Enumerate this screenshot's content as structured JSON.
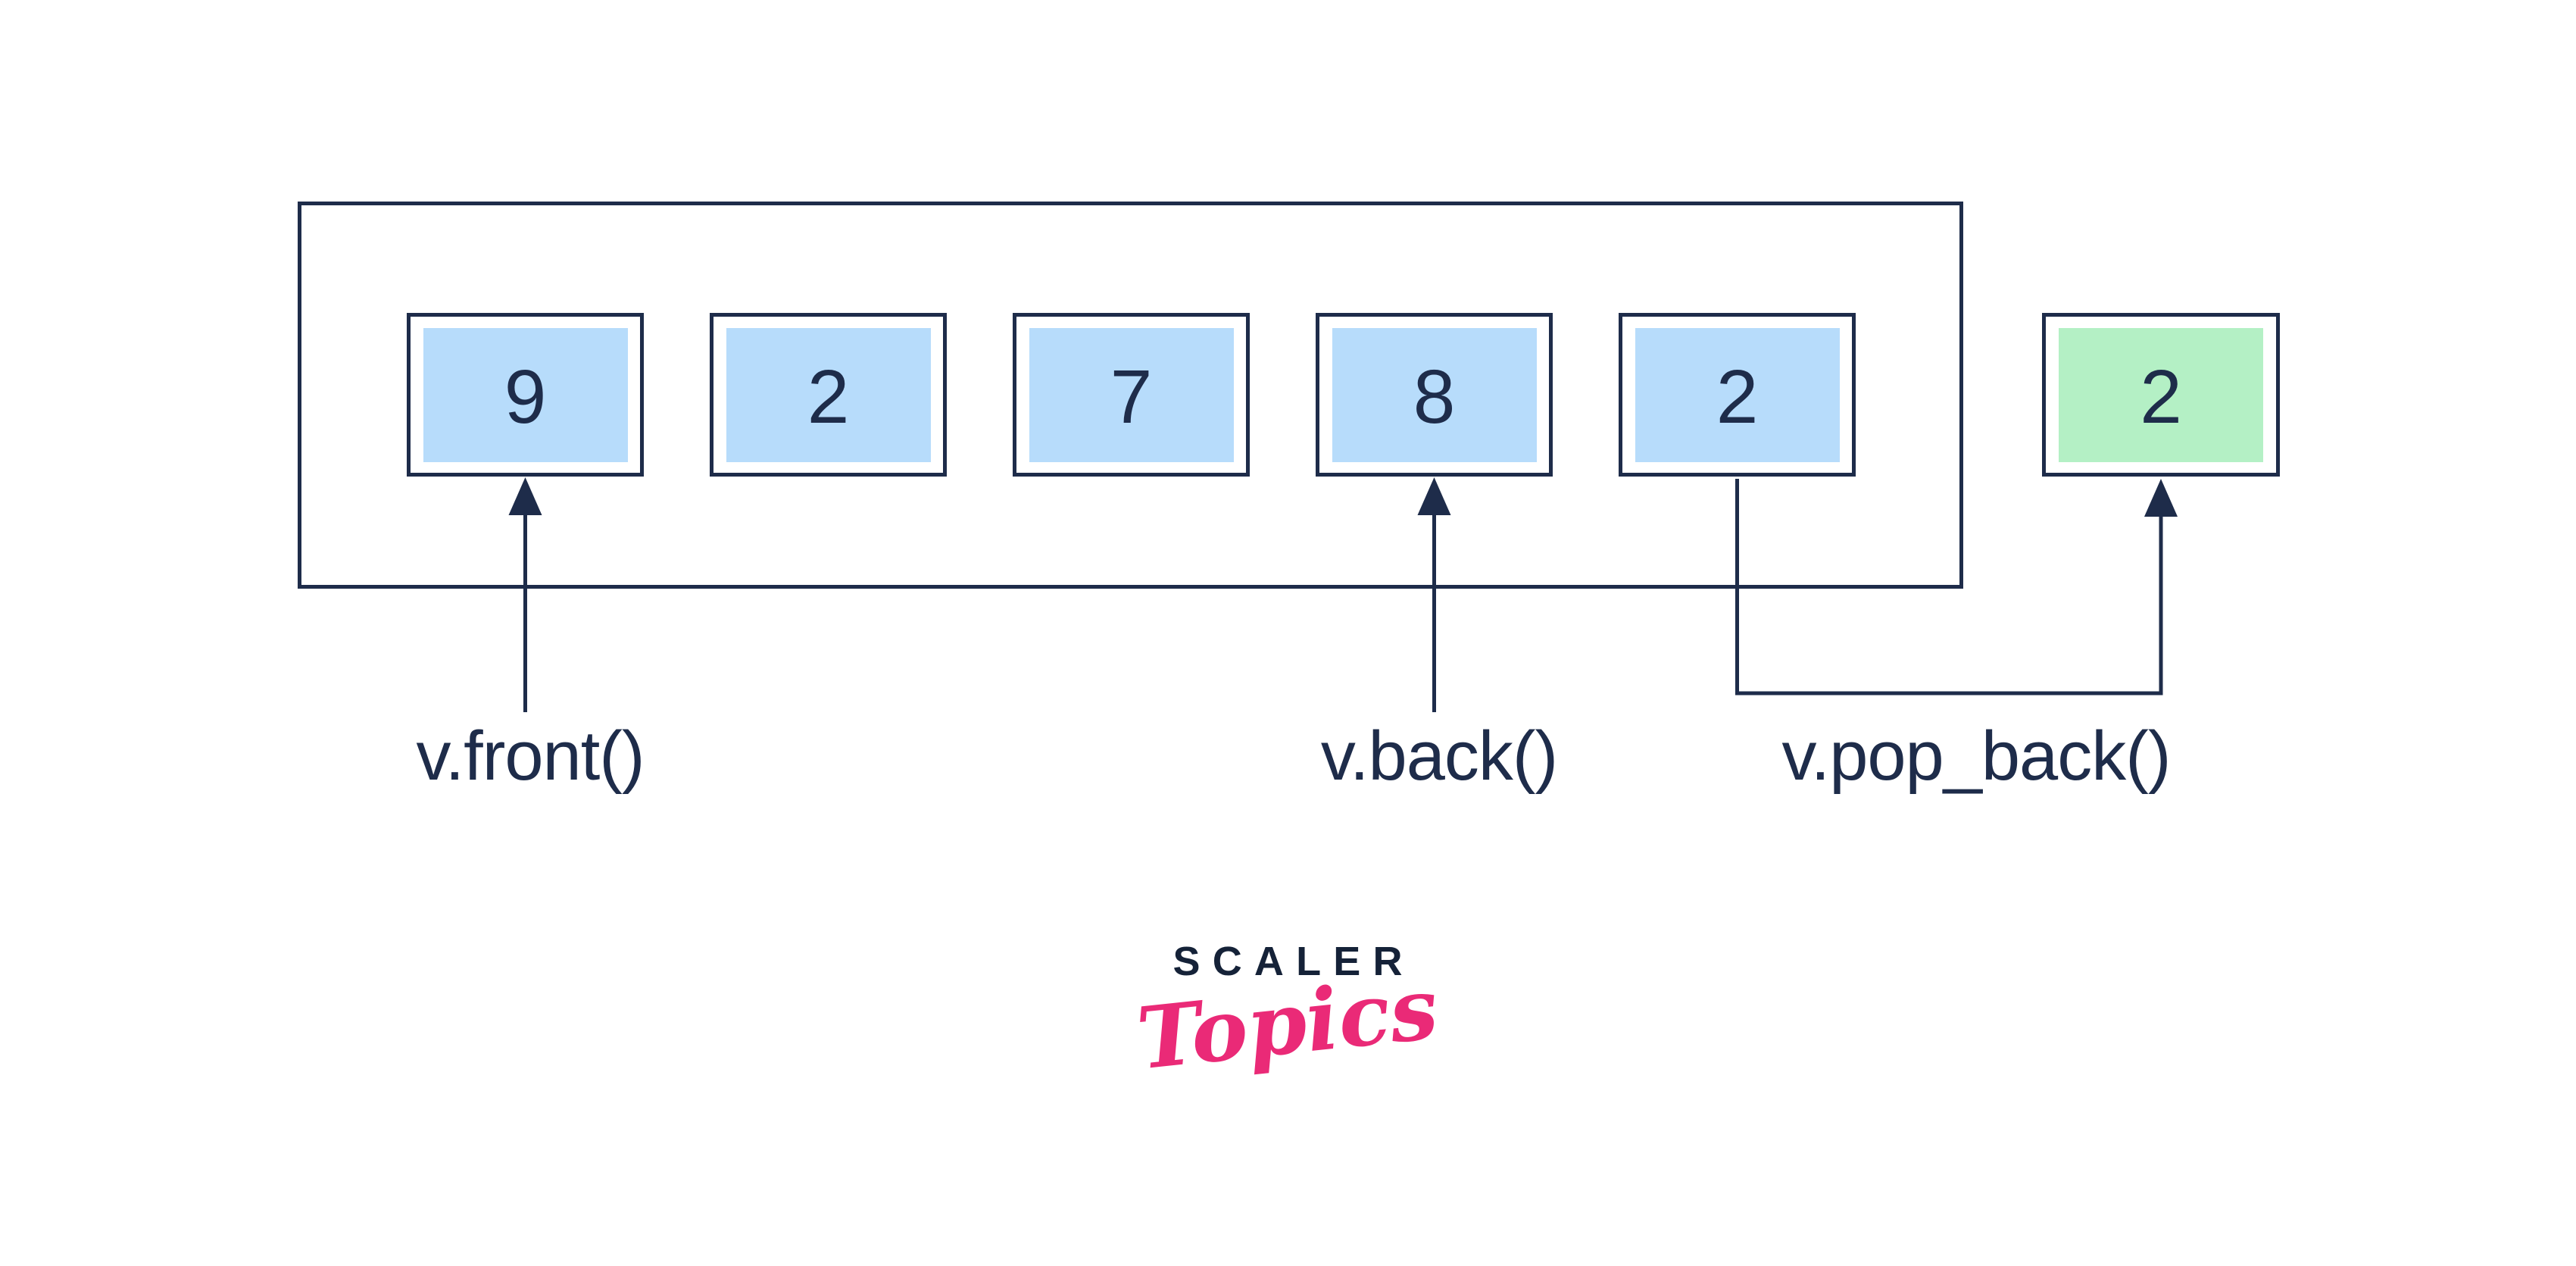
{
  "vector": {
    "items": [
      "9",
      "2",
      "7",
      "8",
      "2"
    ],
    "popped_item": "2"
  },
  "labels": {
    "front": "v.front()",
    "back": "v.back()",
    "pop_back": "v.pop_back()"
  },
  "arrows": {
    "front": "up-arrow",
    "back": "up-arrow",
    "pop_back": "elbow-up-arrow"
  },
  "logo": {
    "brand": "SCALER",
    "sub": "Topics"
  },
  "colors": {
    "line": "#1e2c4a",
    "ink": "#1e2c4a",
    "cell-fill": "#b7dcfb",
    "popped-fill": "#b4f0c5",
    "brand-navy": "#152238",
    "brand-pink": "#ea2a77",
    "background": "#ffffff"
  }
}
